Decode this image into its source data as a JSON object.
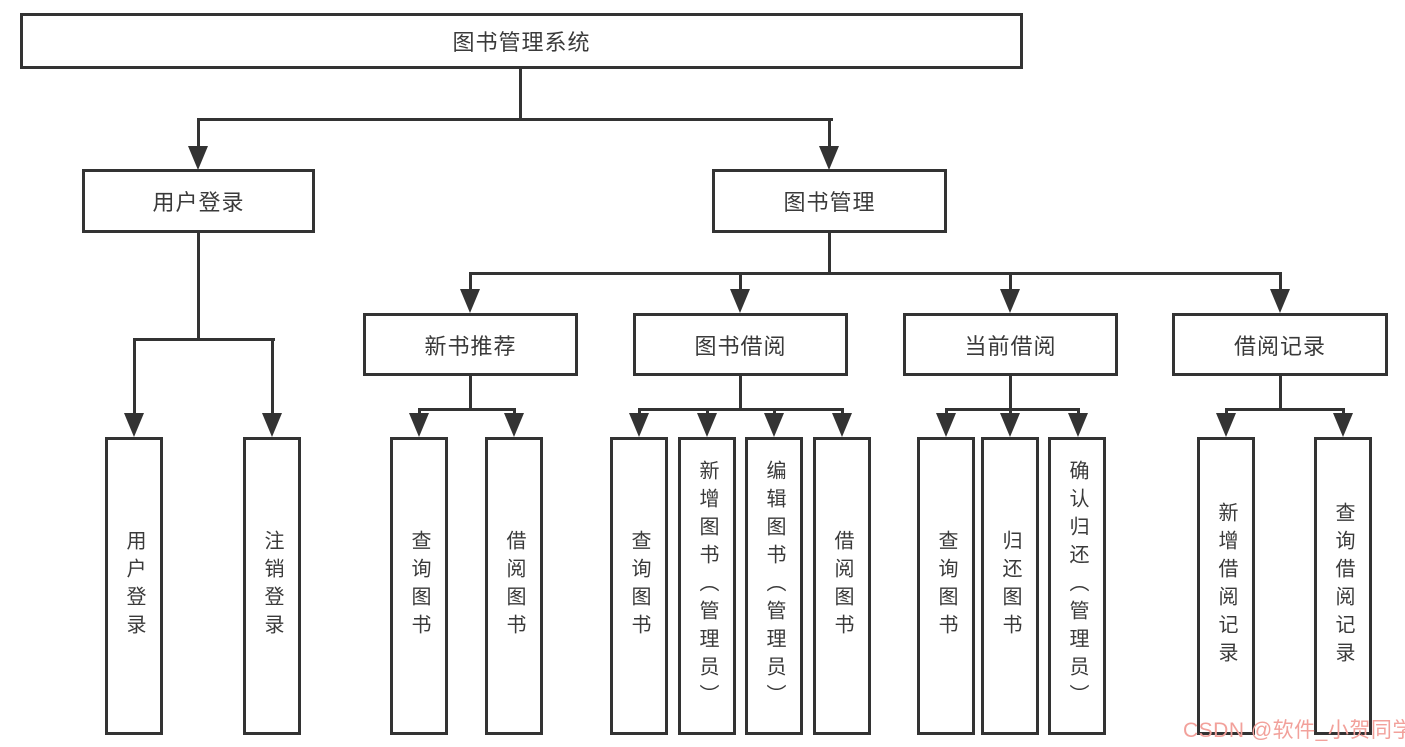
{
  "tree": {
    "label": "图书管理系统",
    "children": [
      {
        "label": "用户登录",
        "children": [
          {
            "label": "用户登录"
          },
          {
            "label": "注销登录"
          }
        ]
      },
      {
        "label": "图书管理",
        "children": [
          {
            "label": "新书推荐",
            "children": [
              {
                "label": "查询图书"
              },
              {
                "label": "借阅图书"
              }
            ]
          },
          {
            "label": "图书借阅",
            "children": [
              {
                "label": "查询图书"
              },
              {
                "label": "新增图书（管理员）"
              },
              {
                "label": "编辑图书（管理员）"
              },
              {
                "label": "借阅图书"
              }
            ]
          },
          {
            "label": "当前借阅",
            "children": [
              {
                "label": "查询图书"
              },
              {
                "label": "归还图书"
              },
              {
                "label": "确认归还（管理员）"
              }
            ]
          },
          {
            "label": "借阅记录",
            "children": [
              {
                "label": "新增借阅记录"
              },
              {
                "label": "查询借阅记录"
              }
            ]
          }
        ]
      }
    ]
  },
  "watermark": {
    "text": "CSDN @软件_小贺同学",
    "color": "#f2a19b"
  },
  "colors": {
    "line": "#333333",
    "text": "#3a3a3a",
    "background": "#ffffff"
  }
}
